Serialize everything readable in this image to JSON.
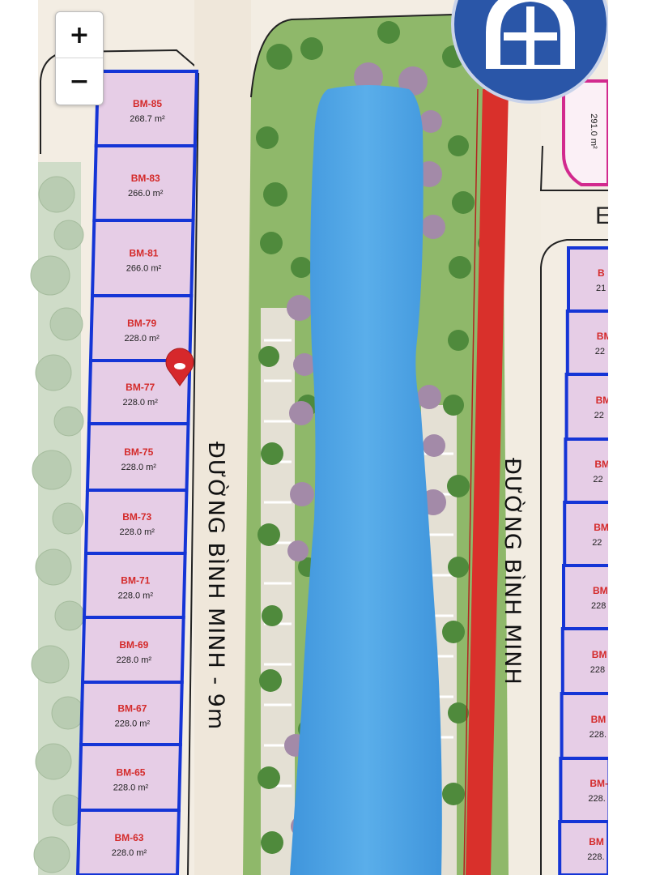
{
  "map": {
    "zoom_in_symbol": "+",
    "zoom_out_symbol": "−",
    "road_left_label": "ĐƯỜNG BÌNH MINH - 9m",
    "road_right_label": "ĐƯỜNG BÌNH MINH",
    "road_corner_partial_label": "E",
    "corner_plot_area": "291.0 m²",
    "lot_border_color": "#1535d6",
    "lot_fill_color": "#e6cde6",
    "corner_plot_border_color": "#d22a8e",
    "road_fill_color": "#d9302b",
    "lake_color": "#4a9fe0",
    "marker_color": "#d6282b",
    "icons": [
      "home-map-logo-icon",
      "location-pin-icon",
      "plus-icon",
      "minus-icon"
    ],
    "plots": [
      {
        "code": "BM-85",
        "area": "268.7 m²"
      },
      {
        "code": "BM-83",
        "area": "266.0 m²"
      },
      {
        "code": "BM-81",
        "area": "266.0 m²"
      },
      {
        "code": "BM-79",
        "area": "228.0 m²"
      },
      {
        "code": "BM-77",
        "area": "228.0 m²"
      },
      {
        "code": "BM-75",
        "area": "228.0 m²"
      },
      {
        "code": "BM-73",
        "area": "228.0 m²"
      },
      {
        "code": "BM-71",
        "area": "228.0 m²"
      },
      {
        "code": "BM-69",
        "area": "228.0 m²"
      },
      {
        "code": "BM-67",
        "area": "228.0 m²"
      },
      {
        "code": "BM-65",
        "area": "228.0 m²"
      },
      {
        "code": "BM-63",
        "area": "228.0 m²"
      }
    ],
    "right_plots": [
      {
        "code": "B",
        "area": "21"
      },
      {
        "code": "BM",
        "area": "22"
      },
      {
        "code": "BM",
        "area": "22"
      },
      {
        "code": "BM",
        "area": "22"
      },
      {
        "code": "BM",
        "area": "22"
      },
      {
        "code": "BM",
        "area": "228"
      },
      {
        "code": "BM",
        "area": "228"
      },
      {
        "code": "BM",
        "area": "228."
      },
      {
        "code": "BM-",
        "area": "228."
      },
      {
        "code": "BM",
        "area": "228."
      }
    ]
  }
}
